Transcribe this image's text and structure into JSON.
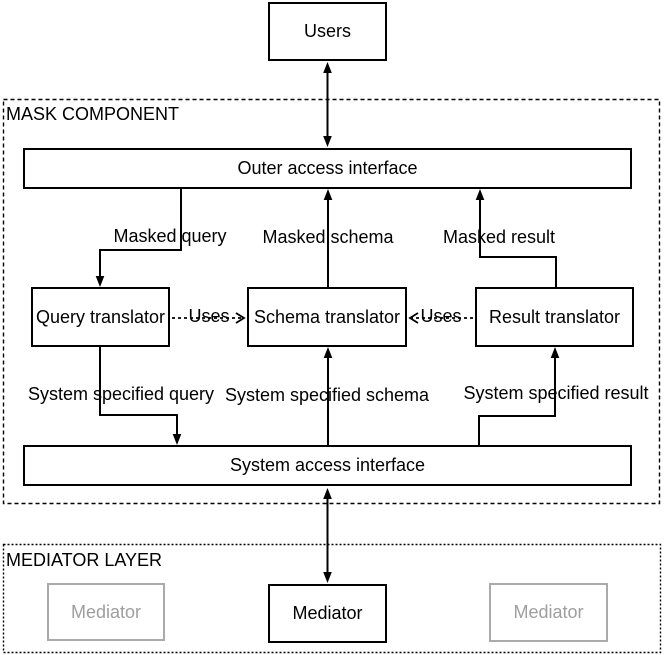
{
  "diagram": {
    "users_box_label": "Users",
    "mask_component": {
      "title": "MASK COMPONENT",
      "outer_interface_label": "Outer access interface",
      "system_interface_label": "System access interface",
      "translators": {
        "query": "Query translator",
        "schema": "Schema translator",
        "result": "Result translator"
      },
      "edge_labels": {
        "masked_query": "Masked query",
        "masked_schema": "Masked schema",
        "masked_result": "Masked result",
        "system_specified_query": "System specified query",
        "system_specified_schema": "System specified schema",
        "system_specified_result": "System specified result",
        "uses_left": "Uses",
        "uses_right": "Uses"
      }
    },
    "mediator_layer": {
      "title": "MEDIATOR LAYER",
      "mediators": [
        {
          "label": "Mediator",
          "state": "inactive"
        },
        {
          "label": "Mediator",
          "state": "active"
        },
        {
          "label": "Mediator",
          "state": "inactive"
        }
      ]
    },
    "colors": {
      "line": "#000000",
      "inactive_border": "#aaaaaa",
      "inactive_text": "#9e9e9e",
      "background": "#ffffff"
    }
  }
}
